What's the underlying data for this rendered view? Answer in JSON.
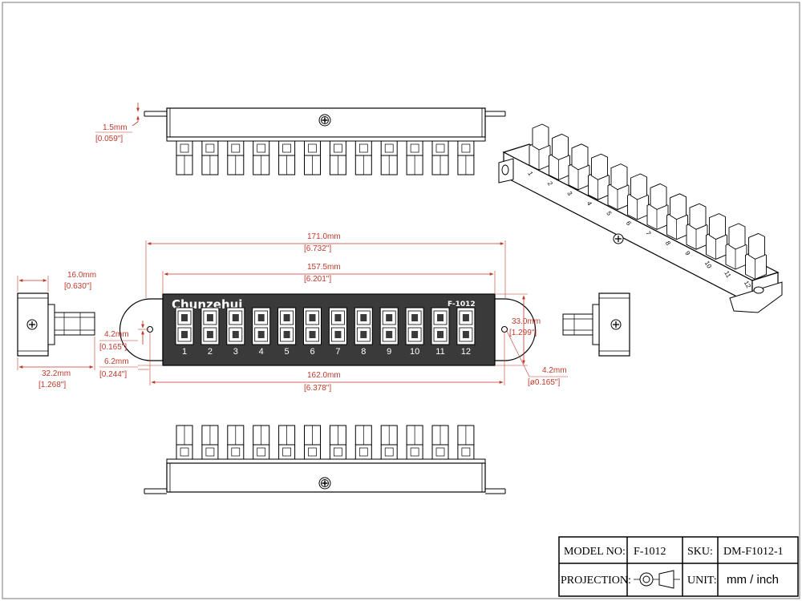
{
  "brand": "Chunzehui",
  "model_label": "F-1012",
  "port_labels": [
    "1",
    "2",
    "3",
    "4",
    "5",
    "6",
    "7",
    "8",
    "9",
    "10",
    "11",
    "12"
  ],
  "dimensions": {
    "flange": {
      "mm": "1.5mm",
      "inch": "[0.059\"]"
    },
    "depth": {
      "mm": "16.0mm",
      "inch": "[0.630\"]"
    },
    "overall_length": {
      "mm": "171.0mm",
      "inch": "[6.732\"]"
    },
    "panel_length": {
      "mm": "157.5mm",
      "inch": "[6.201\"]"
    },
    "height": {
      "mm": "33.0mm",
      "inch": "[1.299\"]"
    },
    "hole_offset": {
      "mm": "4.2mm",
      "inch": "[0.165\"]"
    },
    "edge_offset": {
      "mm": "6.2mm",
      "inch": "[0.244\"]"
    },
    "hole_spacing": {
      "mm": "162.0mm",
      "inch": "[6.378\"]"
    },
    "hole_diameter": {
      "mm": "4.2mm",
      "inch": "[ø0.165\"]"
    },
    "side_depth": {
      "mm": "32.2mm",
      "inch": "[1.268\"]"
    }
  },
  "title_block": {
    "model_no_label": "MODEL NO:",
    "model_no_value": "F-1012",
    "sku_label": "SKU:",
    "sku_value": "DM-F1012-1",
    "projection_label": "PROJECTION:",
    "unit_label": "UNIT:",
    "unit_value": "mm / inch"
  },
  "colors": {
    "dimension": "#c0392b",
    "outline": "#000000",
    "panel": "#3a3a3a"
  }
}
